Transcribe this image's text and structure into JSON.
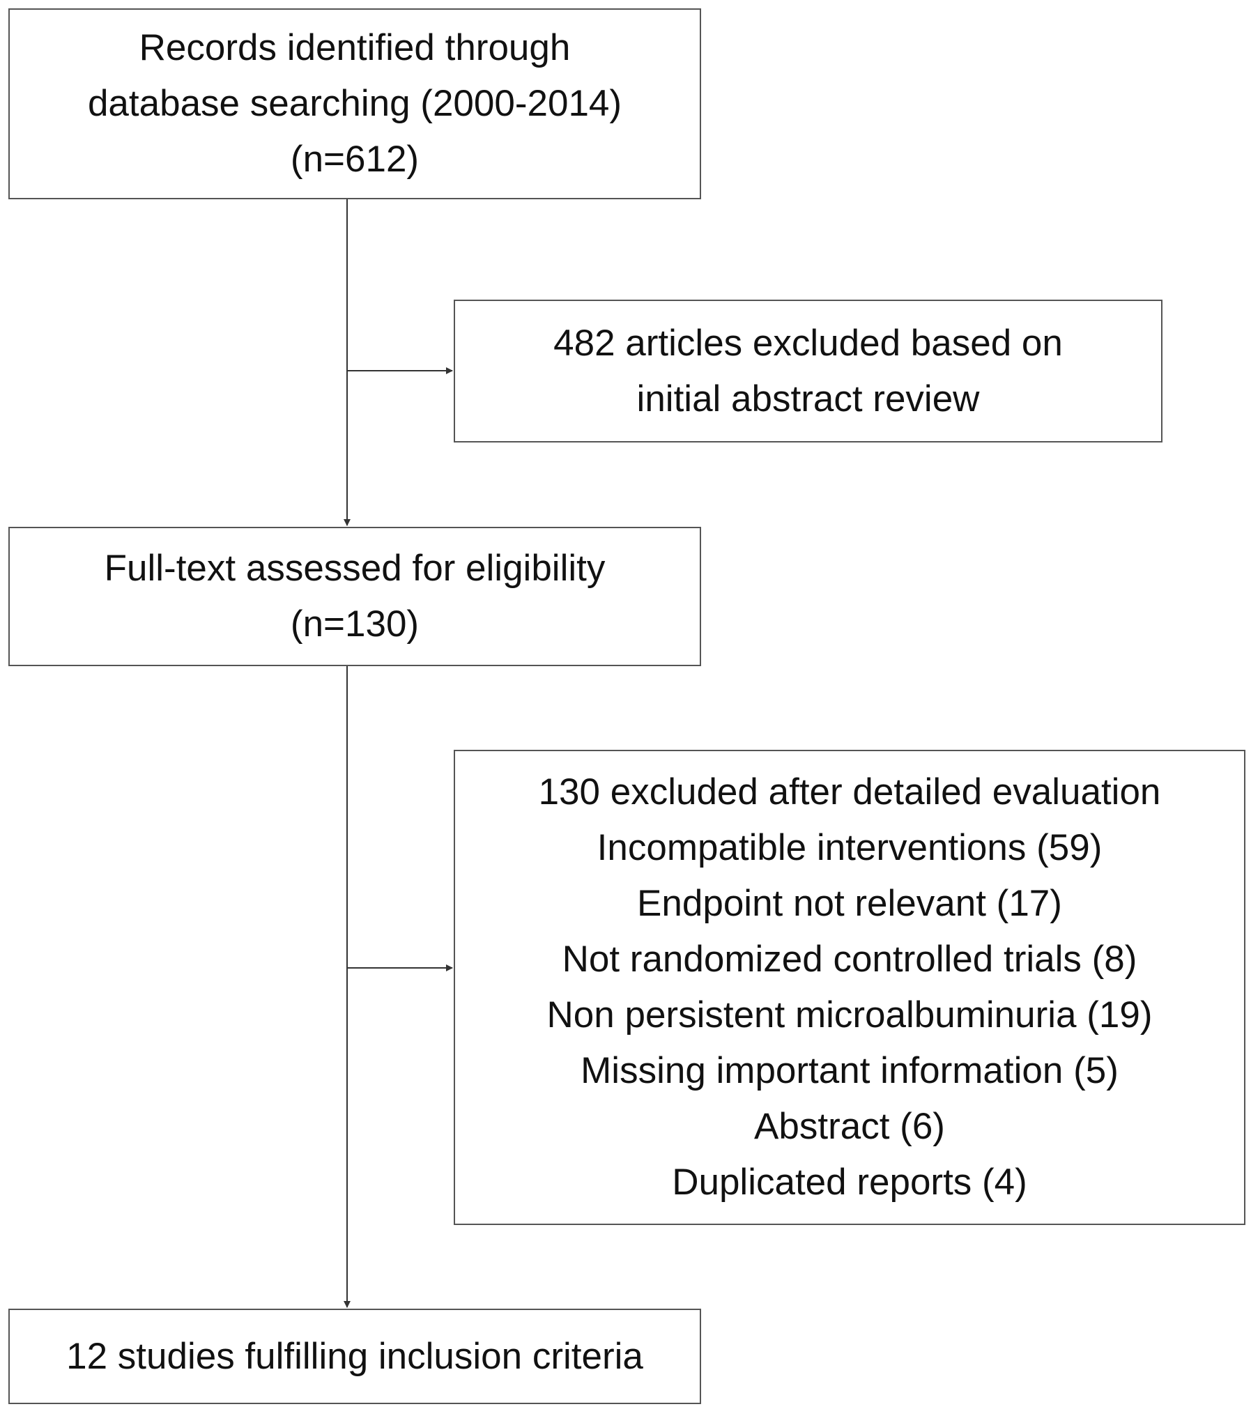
{
  "flowchart": {
    "records_identified": {
      "lines": [
        "Records identified through",
        "database searching (2000-2014)",
        "(n=612)"
      ]
    },
    "abstract_exclusion": {
      "lines": [
        "482 articles excluded based on",
        "initial abstract review"
      ]
    },
    "fulltext_assessed": {
      "lines": [
        "Full-text assessed for eligibility",
        "(n=130)"
      ]
    },
    "detailed_exclusion": {
      "lines": [
        "130 excluded after detailed evaluation",
        "Incompatible interventions (59)",
        "Endpoint not relevant (17)",
        "Not randomized controlled trials (8)",
        "Non persistent microalbuminuria (19)",
        "Missing important information (5)",
        "Abstract (6)",
        "Duplicated reports (4)"
      ]
    },
    "included": {
      "lines": [
        "12 studies fulfilling inclusion criteria"
      ]
    }
  },
  "colors": {
    "box_border": "#555555",
    "connector": "#333333",
    "text": "#111111"
  }
}
